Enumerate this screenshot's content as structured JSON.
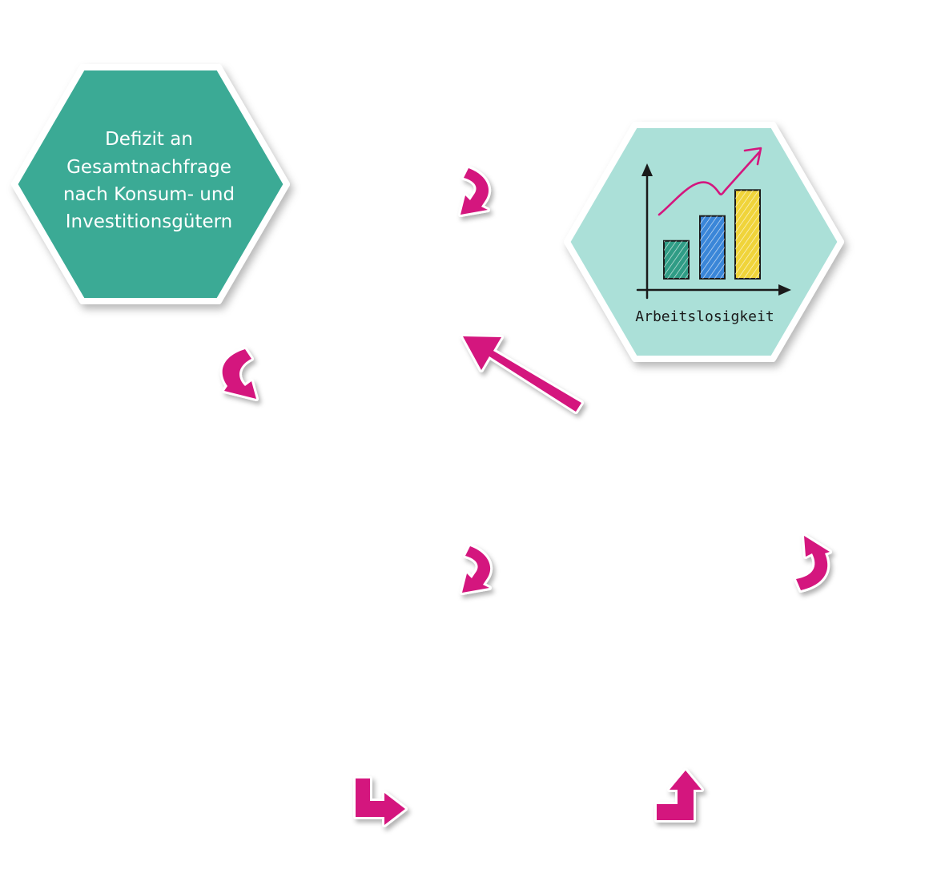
{
  "colors": {
    "hex_dark": "#3aaa95",
    "hex_light": "#abe0d8",
    "arrow": "#d4167e",
    "outline": "#ffffff",
    "bar_green": "#2f9c85",
    "bar_blue": "#3a86d8",
    "bar_yellow": "#f0d43a",
    "trend": "#d4167e",
    "axis": "#1a1a1a"
  },
  "nodes": {
    "deficit": {
      "lines": [
        "Defizit an",
        "Gesamtnachfrage",
        "nach Konsum- und",
        "Investitionsgütern"
      ]
    },
    "unemployment": {
      "label": "Arbeitslosigkeit",
      "illustration": "bar-chart-trend-up-icon",
      "bar_levels": [
        0.35,
        0.58,
        0.82
      ]
    }
  },
  "connectors": [
    {
      "name": "curved-arrow-right-down-1",
      "icon": "curved-arrow-icon"
    },
    {
      "name": "curved-arrow-left-down",
      "icon": "curved-arrow-icon"
    },
    {
      "name": "straight-arrow-up-left",
      "icon": "arrow-icon"
    },
    {
      "name": "curved-arrow-right-down-2",
      "icon": "curved-arrow-icon"
    },
    {
      "name": "curved-arrow-right-up",
      "icon": "curved-arrow-icon"
    },
    {
      "name": "elbow-arrow-down-right",
      "icon": "elbow-arrow-icon"
    },
    {
      "name": "elbow-arrow-right-up",
      "icon": "elbow-arrow-icon"
    }
  ]
}
